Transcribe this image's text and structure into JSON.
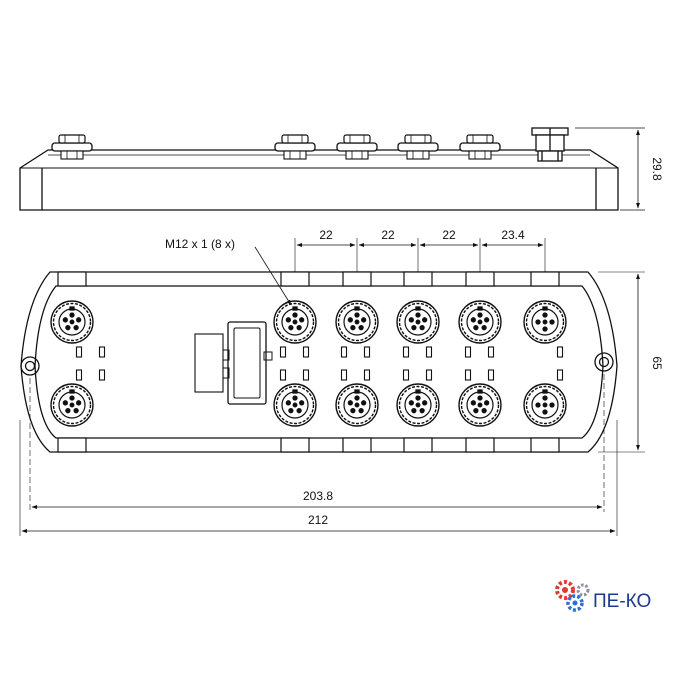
{
  "dimensions": {
    "height_side": "29.8",
    "height_top": "65",
    "pitch_1": "22",
    "pitch_2": "22",
    "pitch_3": "22",
    "pitch_4": "23.4",
    "inner_width": "203.8",
    "overall_width": "212"
  },
  "callout": {
    "connector": "M12 x 1 (8 x)"
  },
  "watermark": {
    "text": "ПЕ-КО",
    "gear_colors": [
      "#e03a2f",
      "#2a6fd1",
      "#8a8f99"
    ]
  },
  "colors": {
    "line": "#111111",
    "background": "#ffffff"
  }
}
